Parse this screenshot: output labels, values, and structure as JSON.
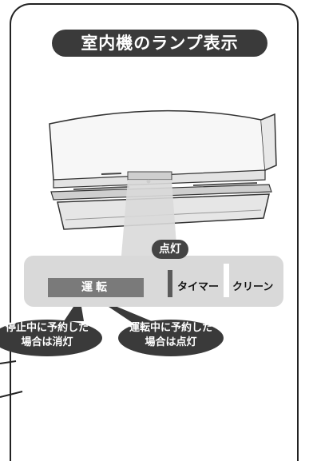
{
  "title": "室内機のランプ表示",
  "lamp_panel": {
    "run_label": "運転",
    "timer_label": "タイマー",
    "clean_label": "クリーン",
    "lit_badge": "点灯"
  },
  "bubbles": {
    "left": [
      "停止中に予約した",
      "場合は消灯"
    ],
    "right": [
      "運転中に予約した",
      "場合は点灯"
    ]
  },
  "colors": {
    "dark": "#3a3a3a",
    "panel": "#d9d9d9",
    "lamp_off": "#7a7a7a"
  }
}
